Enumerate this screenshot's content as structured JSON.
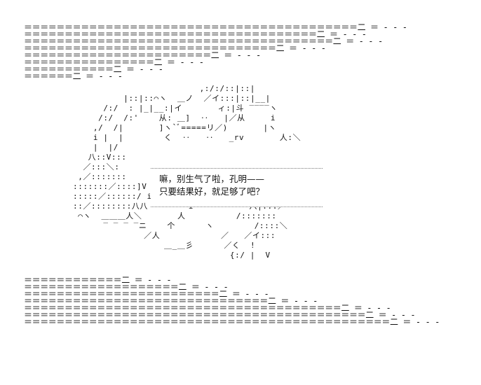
{
  "art": {
    "top_block": "＝＝＝＝＝＝＝＝＝＝＝＝＝＝＝＝＝＝＝＝＝＝＝＝＝＝＝＝＝＝＝＝＝＝＝＝＝＝＝＝＝二 ＝ - - -\n＝＝＝＝＝＝＝＝＝＝＝＝＝＝＝＝＝＝＝＝＝＝＝＝＝＝＝＝＝＝＝＝＝＝＝＝二 ＝ - - -\n＝＝＝＝＝＝＝＝＝＝＝＝＝＝＝＝＝＝＝＝＝＝＝＝＝＝＝＝＝＝＝＝＝＝＝＝＝＝二 ＝ - - -\n＝＝＝＝＝＝＝＝＝＝＝＝＝＝＝＝＝＝＝＝＝＝＝＝＝＝＝＝＝＝＝二 ＝ - - -\n＝＝＝＝＝＝＝＝＝＝＝＝＝＝＝＝＝＝＝＝＝＝＝二 ＝ - - -\n＝＝＝＝＝＝＝＝＝＝＝＝＝＝＝＝二 ＝ - - -\n＝＝＝＝＝＝＝＝＝＝＝二 ＝ - - -\n＝＝＝＝＝＝二 ＝ - - -",
    "figure": "                         ,:/:/::|::|\n          |::|::⌒ヽ  ＿ノ  ／イ:::|::|__|\n      /:/  : |_|__:|イ       ィ:|斗 ‾‾‾‾ヽ\n     /:/  /:'    从: ＿]  ‥   |／从     i\n    ,/  /|       ]ヽ`ﾞ=====リ／)       |ヽ\n    i |  |        く  ‥   ‥   _rv       人:＼\n    |  |/\n   八::V:::\n  ／:::＼:\n ,／:::::::\n:::::::／::::]V     ⌒ヽ_rヘ”       ｨ乂人＿\n:::::／::::::/ i    ‥               i:/:::::／\n::／::::::::八八        i           八|:::／\n ⌒ヽ  ＿＿＿人＼       人          /:::::::\n      ‾ ‾ ‾ ‾ニ    个      ヽ        /::::＼\n              ／人            ／   ／イ:::\n                  ＿_＿彡      ／く  !\n                               {:/ |  V",
    "bottom_block": "＝＝＝＝＝＝＝＝＝＝＝＝二 ＝ - - -\n＝＝＝＝＝＝＝＝＝＝＝＝＝＝＝＝＝＝＝二 ＝ - - -\n＝＝＝＝＝＝＝＝＝＝＝＝＝＝＝＝＝＝＝＝＝＝＝＝二 ＝ - - -\n＝＝＝＝＝＝＝＝＝＝＝＝＝＝＝＝＝＝＝＝＝＝＝＝＝＝＝＝＝＝二 ＝ - - -\n＝＝＝＝＝＝＝＝＝＝＝＝＝＝＝＝＝＝＝＝＝＝＝＝＝＝＝＝＝＝＝＝＝＝＝＝＝＝＝二 ＝ - - -\n＝＝＝＝＝＝＝＝＝＝＝＝＝＝＝＝＝＝＝＝＝＝＝＝＝＝＝＝＝＝＝＝＝＝＝＝＝＝＝＝＝＝二 ＝ - - -\n＝＝＝＝＝＝＝＝＝＝＝＝＝＝＝＝＝＝＝＝＝＝＝＝＝＝＝＝＝＝＝＝＝＝＝＝＝＝＝＝＝＝＝＝＝二 ＝ - - -"
  },
  "dialogue": {
    "line1": "嘛，别生气了啦，孔明——",
    "line2": "只要结果好，就足够了吧？"
  }
}
